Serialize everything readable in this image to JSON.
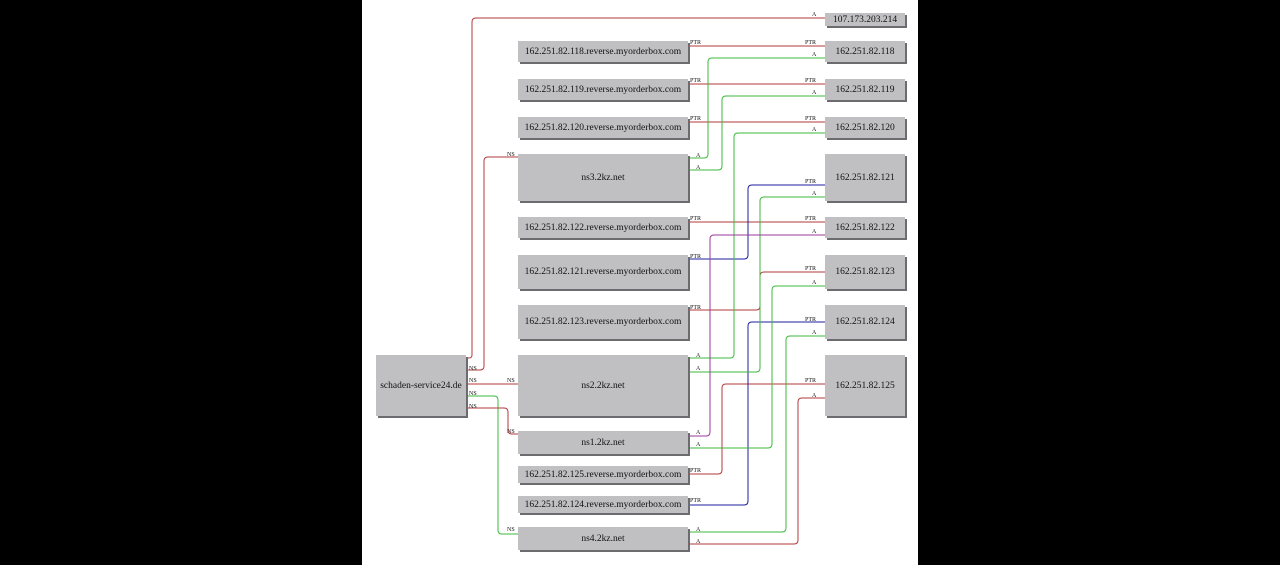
{
  "colors": {
    "canvas": "#ffffff",
    "backdrop": "#000000",
    "node_fill": "#c0bfc2",
    "ptr_edge": "#b23a3a",
    "ns_edge": "#b23a3a",
    "a_edge": "#3cb93c",
    "blue_edge": "#1f1fa0",
    "purple_edge": "#9a3a9a"
  },
  "nodes": {
    "zone": "schaden-service24.de",
    "ns1": "ns1.2kz.net",
    "ns2": "ns2.2kz.net",
    "ns3": "ns3.2kz.net",
    "ns4": "ns4.2kz.net",
    "ip_107": "107.173.203.214",
    "ip_118": "162.251.82.118",
    "ip_119": "162.251.82.119",
    "ip_120": "162.251.82.120",
    "ip_121": "162.251.82.121",
    "ip_122": "162.251.82.122",
    "ip_123": "162.251.82.123",
    "ip_124": "162.251.82.124",
    "ip_125": "162.251.82.125",
    "rev_118": "162.251.82.118.reverse.myorderbox.com",
    "rev_119": "162.251.82.119.reverse.myorderbox.com",
    "rev_120": "162.251.82.120.reverse.myorderbox.com",
    "rev_121": "162.251.82.121.reverse.myorderbox.com",
    "rev_122": "162.251.82.122.reverse.myorderbox.com",
    "rev_123": "162.251.82.123.reverse.myorderbox.com",
    "rev_124": "162.251.82.124.reverse.myorderbox.com",
    "rev_125": "162.251.82.125.reverse.myorderbox.com"
  },
  "edge_labels": {
    "a": "A",
    "ptr": "PTR",
    "ns": "NS"
  }
}
